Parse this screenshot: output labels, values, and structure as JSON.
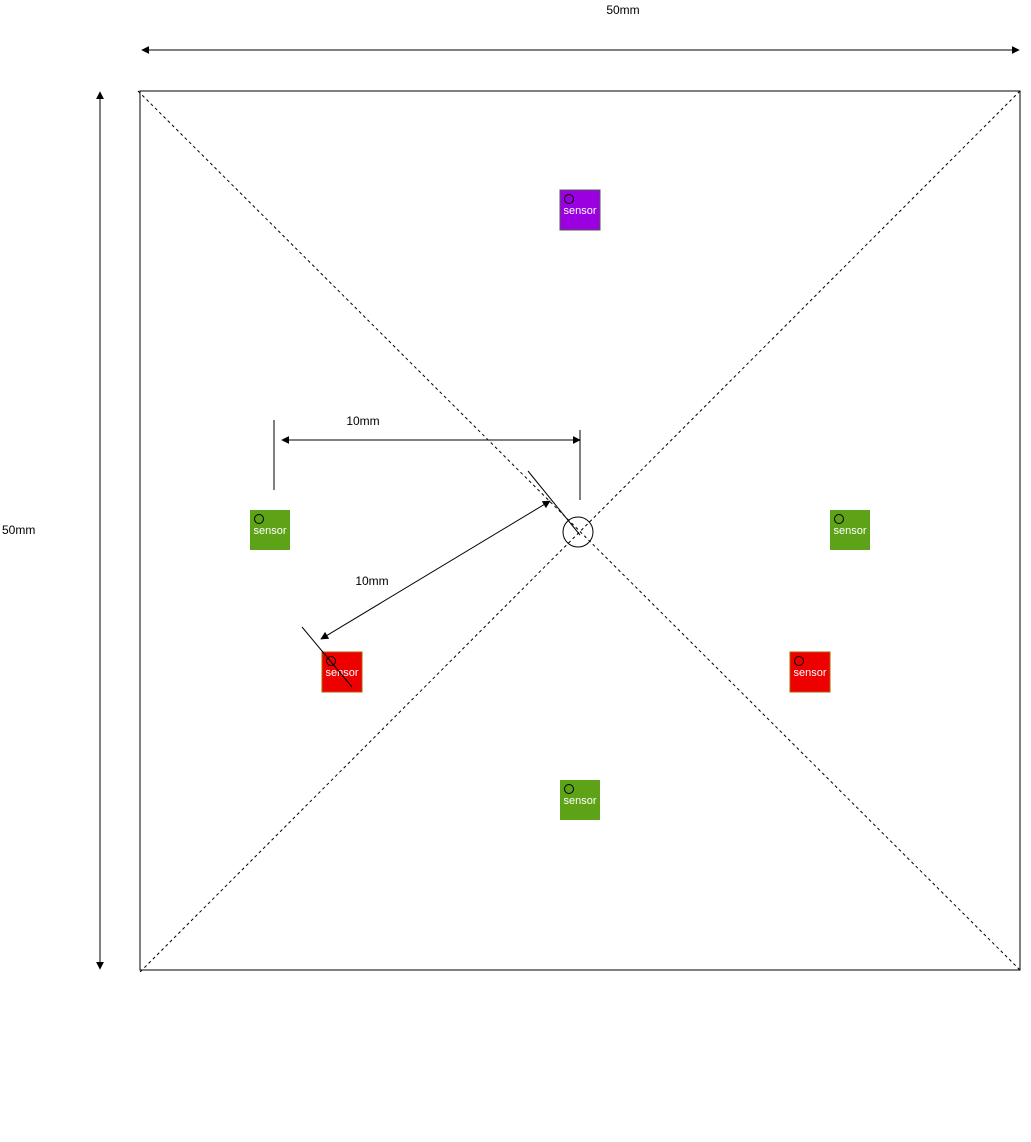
{
  "dimensions": {
    "top_width": "50mm",
    "left_height": "50mm",
    "horizontal_offset": "10mm",
    "diagonal_offset": "10mm"
  },
  "sensors": {
    "top": {
      "label": "sensor",
      "color": "#9a00e0"
    },
    "left": {
      "label": "sensor",
      "color": "#5ea218"
    },
    "right": {
      "label": "sensor",
      "color": "#5ea218"
    },
    "bottom": {
      "label": "sensor",
      "color": "#5ea218"
    },
    "lower_left": {
      "label": "sensor",
      "color": "#ee0000"
    },
    "lower_right": {
      "label": "sensor",
      "color": "#ee0000"
    }
  }
}
